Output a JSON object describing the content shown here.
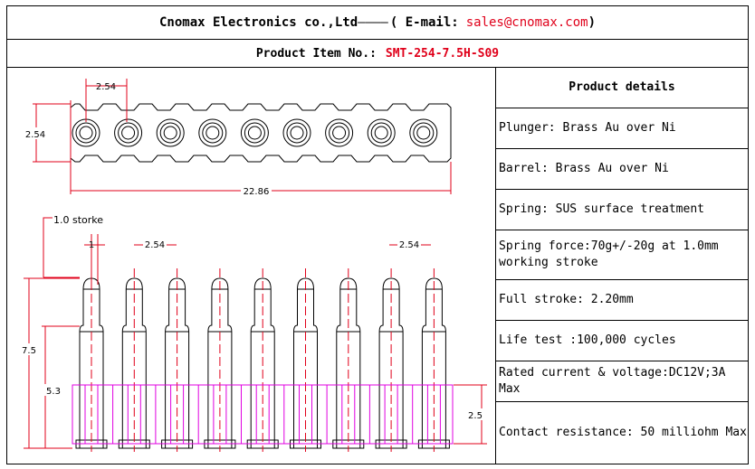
{
  "header": {
    "company": "Cnomax Electronics co.,Ltd",
    "dashes": "————",
    "email_label": "( E-mail:",
    "email": "sales@cnomax.com",
    "close": ")"
  },
  "product": {
    "label": "Product Item No.:",
    "item_no": "SMT-254-7.5H-S09"
  },
  "details": {
    "title": "Product details",
    "rows": [
      "Plunger: Brass Au over Ni",
      "Barrel: Brass Au over Ni",
      "Spring: SUS surface treatment",
      "Spring force:70g+/-20g at 1.0mm working stroke",
      "Full stroke: 2.20mm",
      "Life test :100,000 cycles",
      "Rated current & voltage:DC12V;3A Max",
      "Contact resistance: 50 milliohm Max"
    ]
  },
  "drawing": {
    "dim_pitch_top": "2.54",
    "dim_height_top": "2.54",
    "dim_length": "22.86",
    "dim_stroke": "1.0 storke",
    "dim_one": "1",
    "dim_pitch_left": "2.54",
    "dim_pitch_right": "2.54",
    "dim_total_height": "7.5",
    "dim_body_height": "5.3",
    "dim_base_height": "2.5"
  },
  "colors": {
    "accent_red": "#e0001a",
    "dimension_red": "#e0001a",
    "housing_magenta": "#e000e0"
  }
}
